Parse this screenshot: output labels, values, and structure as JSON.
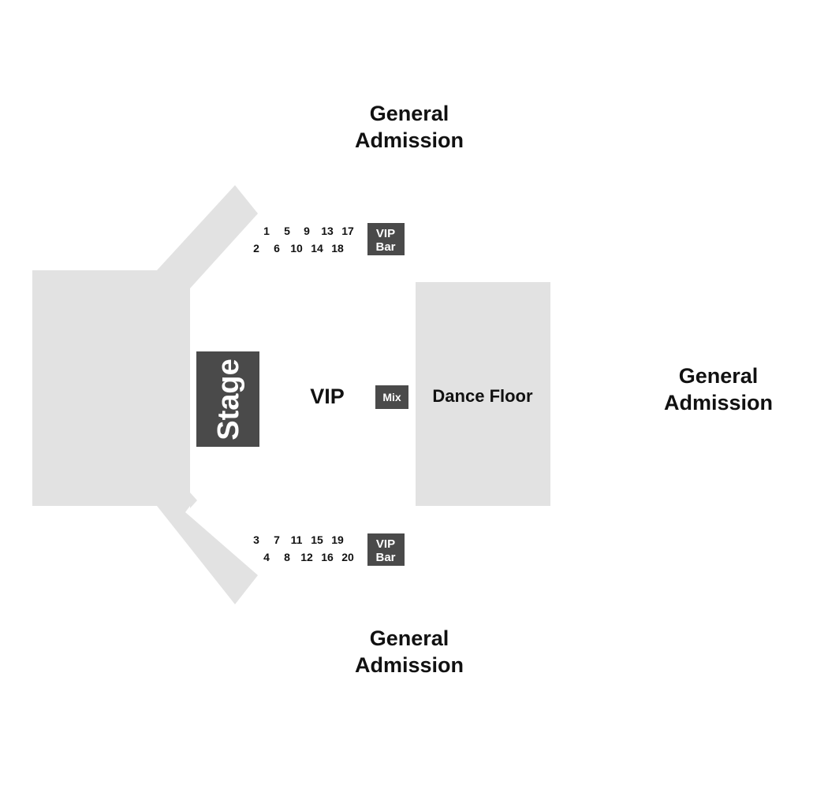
{
  "sections": {
    "general_admission_top": {
      "line1": "General",
      "line2": "Admission"
    },
    "general_admission_right": {
      "line1": "General",
      "line2": "Admission"
    },
    "general_admission_bottom": {
      "line1": "General",
      "line2": "Admission"
    },
    "vip": "VIP",
    "dance_floor": "Dance Floor",
    "stage": "Stage",
    "mix": "Mix",
    "vip_bar_top": {
      "line1": "VIP",
      "line2": "Bar"
    },
    "vip_bar_bottom": {
      "line1": "VIP",
      "line2": "Bar"
    }
  },
  "tables": {
    "top_row1": [
      "1",
      "5",
      "9",
      "13",
      "17"
    ],
    "top_row2": [
      "2",
      "6",
      "10",
      "14",
      "18"
    ],
    "bottom_row1": [
      "3",
      "7",
      "11",
      "15",
      "19"
    ],
    "bottom_row2": [
      "4",
      "8",
      "12",
      "16",
      "20"
    ]
  },
  "colors": {
    "floor_area": "#e2e2e2",
    "dark_box": "#4a4a4a",
    "text": "#111111"
  }
}
